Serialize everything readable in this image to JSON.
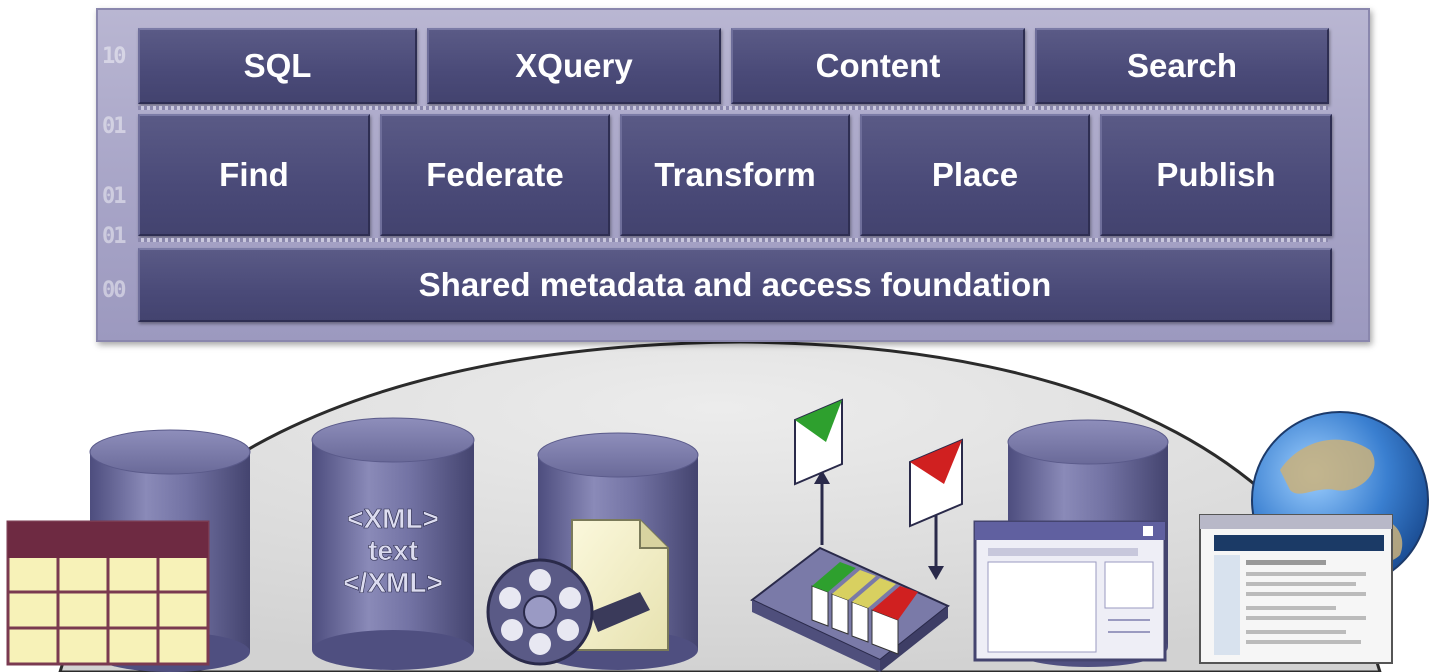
{
  "top_row": [
    "SQL",
    "XQuery",
    "Content",
    "Search"
  ],
  "middle_row": [
    "Find",
    "Federate",
    "Transform",
    "Place",
    "Publish"
  ],
  "foundation": "Shared metadata and access foundation",
  "frame_binary": [
    "10",
    "01",
    "01",
    "01",
    "00"
  ],
  "xml_cylinder": {
    "line1": "<XML>",
    "line2": "text",
    "line3": "</XML>"
  },
  "colors": {
    "tile": "#4a4a78",
    "frame": "#a9a6c8",
    "dome": "#dcdcdc",
    "cylinder": "#6e6ea0",
    "envelope_green": "#2ea02e",
    "envelope_red": "#d02020"
  }
}
